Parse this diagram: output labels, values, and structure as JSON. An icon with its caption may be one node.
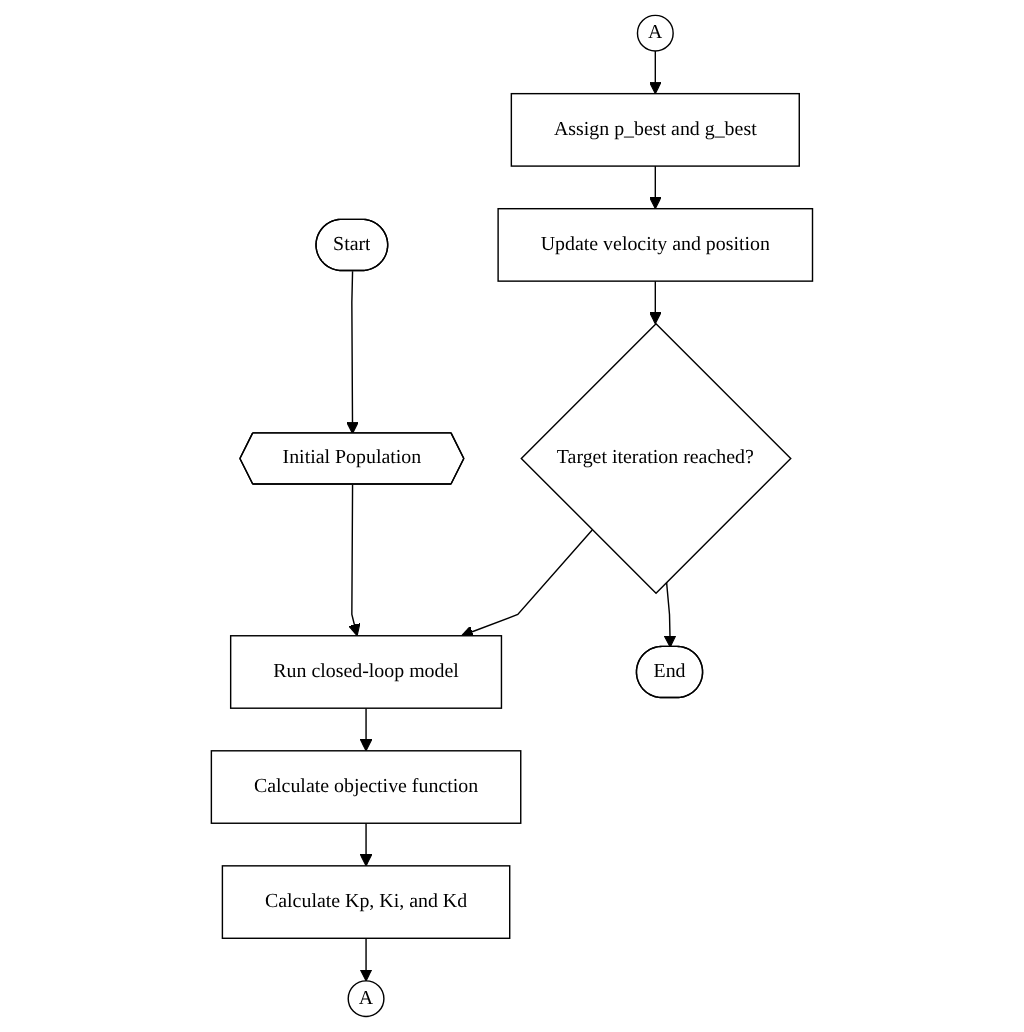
{
  "diagram": {
    "nodes": [
      {
        "text": [
          "Start"
        ]
      },
      {
        "text": [
          "Initial Population"
        ]
      },
      {
        "text": [
          "Run closed-loop model"
        ]
      },
      {
        "text": [
          "Calculate objective function"
        ]
      },
      {
        "text": [
          "Calculate Kp, Ki, and Kd"
        ]
      },
      {
        "text": [
          "A"
        ]
      },
      {
        "text": [
          "A"
        ]
      },
      {
        "text": [
          "Assign p_best and g_best"
        ]
      },
      {
        "text": [
          "Update velocity and position"
        ]
      },
      {
        "text": [
          "Target iteration reached?"
        ]
      },
      {
        "text": [
          "End"
        ]
      }
    ],
    "edges": [
      {
        "from": 0,
        "to": 1,
        "arrow": "to"
      },
      {
        "from": 1,
        "to": 2,
        "arrow": "to"
      },
      {
        "from": 2,
        "to": 3,
        "arrow": "to"
      },
      {
        "from": 3,
        "to": 4,
        "arrow": "to"
      },
      {
        "from": 4,
        "to": 5,
        "arrow": "to"
      },
      {
        "from": 6,
        "to": 7,
        "arrow": "to"
      },
      {
        "from": 7,
        "to": 8,
        "arrow": "to"
      },
      {
        "from": 8,
        "to": 9,
        "arrow": "to"
      },
      {
        "from": 9,
        "to": 2,
        "arrow": "to"
      },
      {
        "from": 9,
        "to": 10,
        "arrow": "to"
      }
    ]
  }
}
